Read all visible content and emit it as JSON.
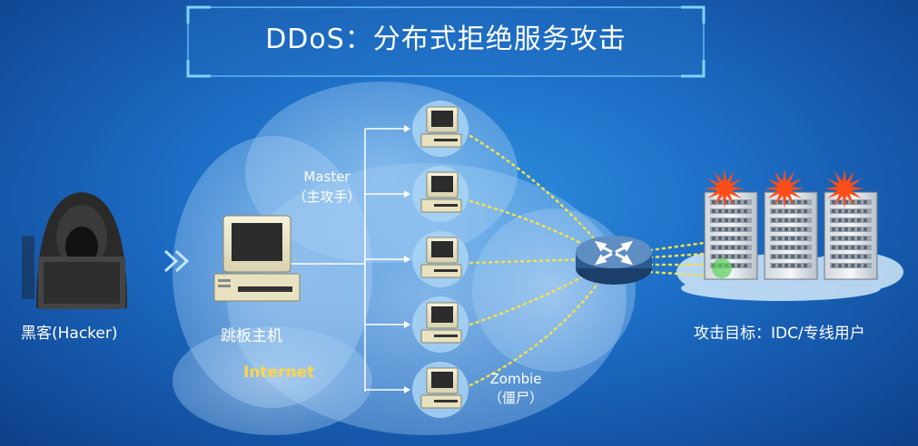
{
  "title": "DDoS：分布式拒绝服务攻击",
  "hacker": {
    "label": "黑客(Hacker)"
  },
  "jump_host": {
    "label": "跳板主机"
  },
  "internet_label": "Internet",
  "master": {
    "label": "Master",
    "sub": "（主攻手）"
  },
  "zombie": {
    "label": "Zombie",
    "sub": "（僵尸）"
  },
  "target": {
    "label": "攻击目标：IDC/专线用户"
  },
  "zombie_count": 5,
  "colors": {
    "background": "#1c6cc4",
    "dotted_link": "#f5e04a",
    "internet_text": "#ffd54a",
    "burst": "#ff4d1a"
  },
  "icons": [
    "hacker-icon",
    "computer-icon",
    "router-icon",
    "server-icon",
    "burst-icon",
    "double-chevron-icon"
  ]
}
